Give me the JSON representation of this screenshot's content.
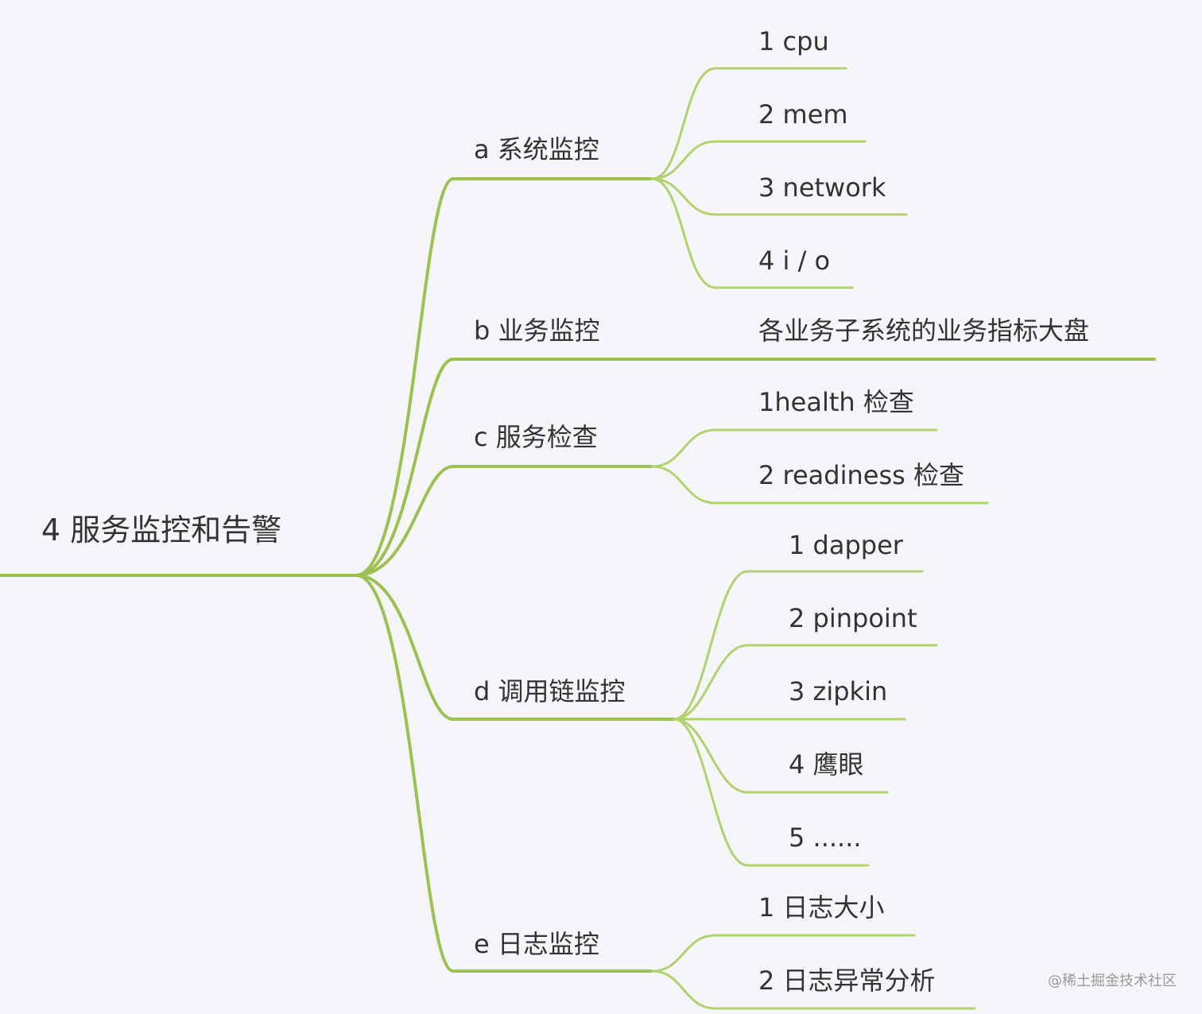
{
  "colors": {
    "background": "#f6f6fa",
    "branch_line": "#9dc150",
    "leaf_line": "#b2d270",
    "text": "#333333"
  },
  "root": {
    "label": "4 服务监控和告警"
  },
  "branches": [
    {
      "label": "a 系统监控",
      "leaves": [
        "1 cpu",
        "2 mem",
        "3 network",
        "4  i / o"
      ]
    },
    {
      "label": "b 业务监控",
      "leaves": [
        "各业务子系统的业务指标大盘"
      ]
    },
    {
      "label": "c 服务检查",
      "leaves": [
        "1health 检查",
        "2 readiness 检查"
      ]
    },
    {
      "label": "d 调用链监控",
      "leaves": [
        "1 dapper",
        "2 pinpoint",
        "3 zipkin",
        "4 鹰眼",
        "5 ......"
      ]
    },
    {
      "label": "e 日志监控",
      "leaves": [
        "1 日志大小",
        "2 日志异常分析"
      ]
    }
  ],
  "watermark": "@稀土掘金技术社区"
}
